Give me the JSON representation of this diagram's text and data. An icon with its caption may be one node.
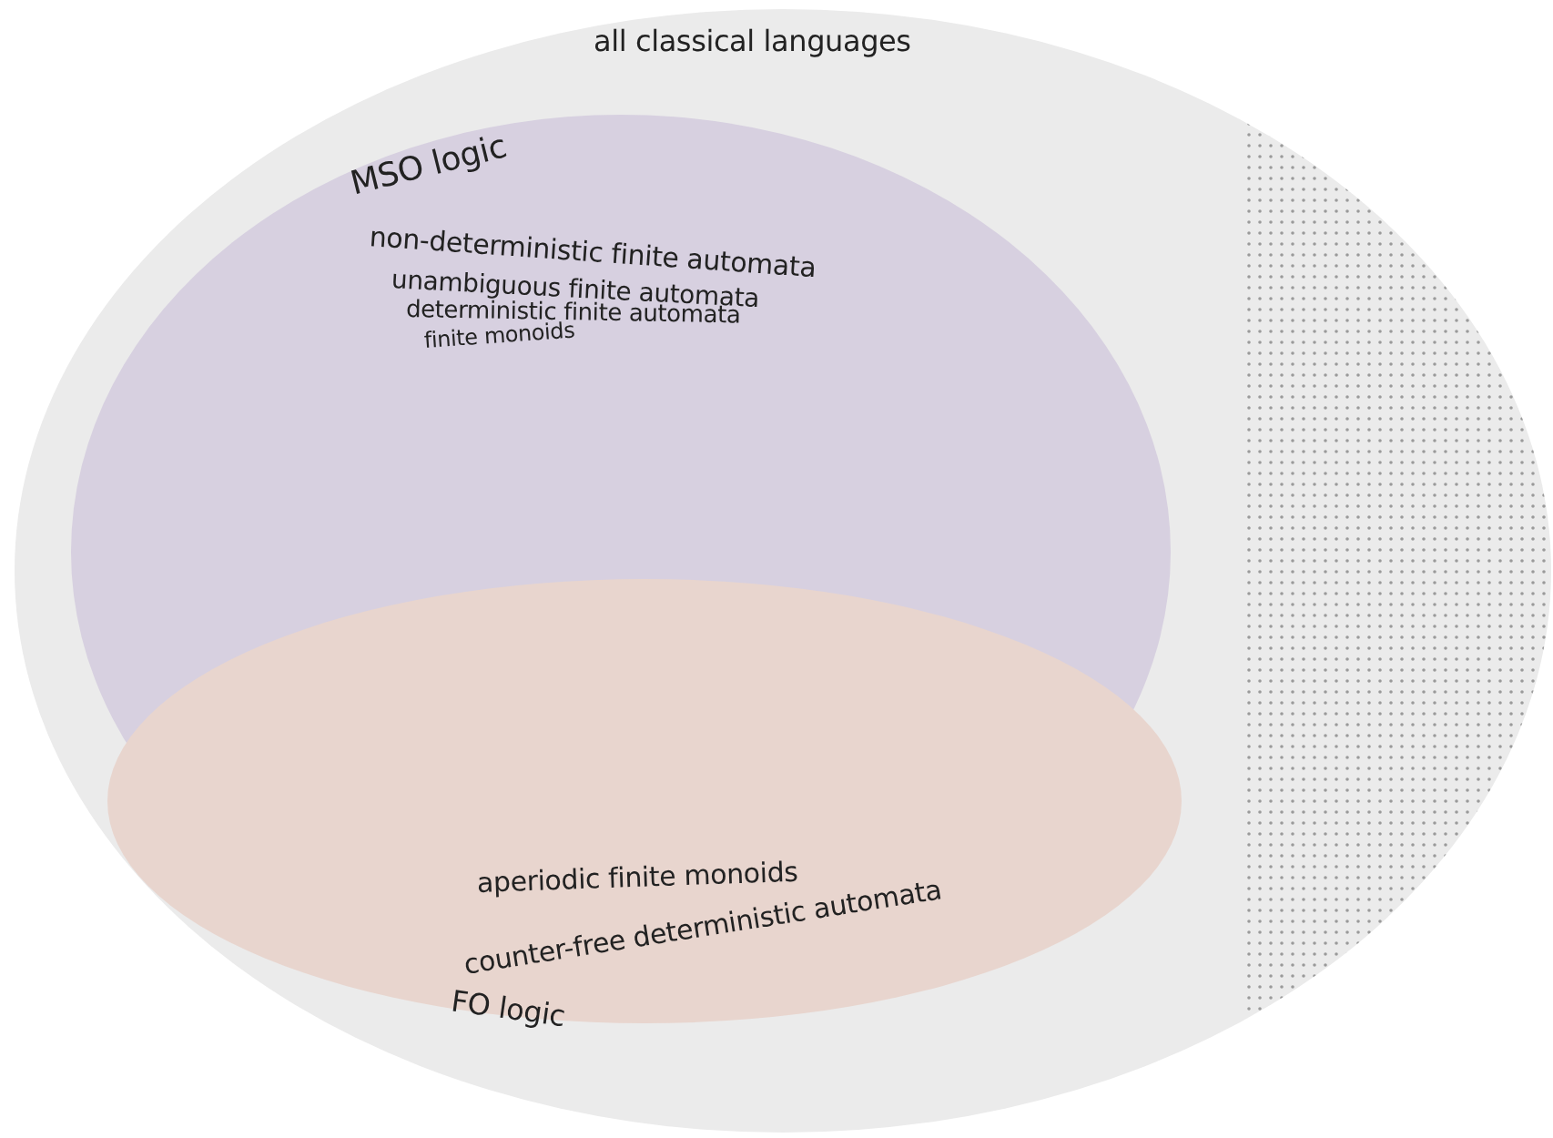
{
  "diagram": {
    "nodes": [
      {
        "text": [
          "all classical languages"
        ]
      },
      {
        "text": [
          "MSO logic",
          "non-deterministic finite automata",
          "unambiguous finite automata",
          "deterministic finite automata",
          "finite monoids"
        ],
        "in": 0
      },
      {
        "text": [
          "aperiodic finite monoids",
          "counter-free deterministic automata",
          "FO logic"
        ],
        "in": 0
      },
      {
        "text": [],
        "shape": "box",
        "in": 0
      }
    ]
  }
}
